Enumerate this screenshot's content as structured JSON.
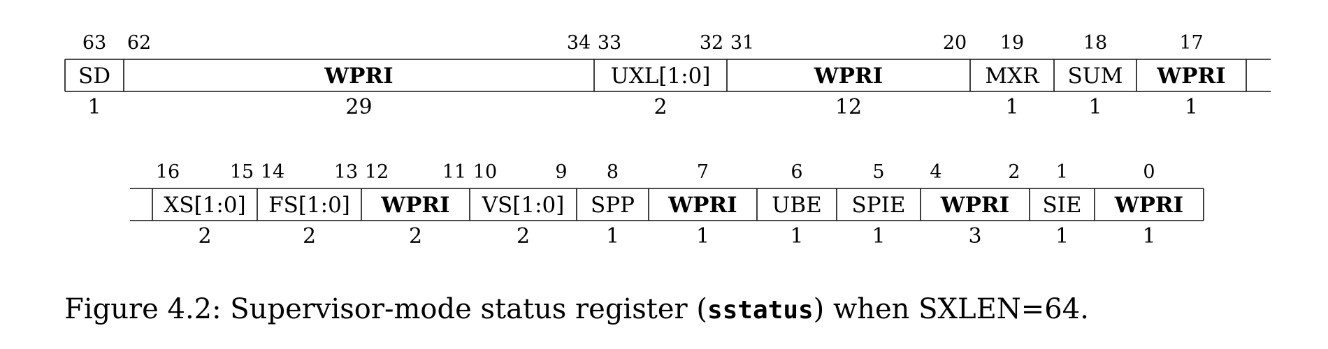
{
  "rows": [
    {
      "fields": [
        {
          "name": "SD",
          "bold": false,
          "width": "1",
          "bit_hi": "63",
          "bit_lo": ""
        },
        {
          "name": "WPRI",
          "bold": true,
          "width": "29",
          "bit_hi": "62",
          "bit_lo": "34"
        },
        {
          "name": "UXL[1:0]",
          "bold": false,
          "width": "2",
          "bit_hi": "33",
          "bit_lo": "32"
        },
        {
          "name": "WPRI",
          "bold": true,
          "width": "12",
          "bit_hi": "31",
          "bit_lo": "20"
        },
        {
          "name": "MXR",
          "bold": false,
          "width": "1",
          "bit_hi": "19",
          "bit_lo": ""
        },
        {
          "name": "SUM",
          "bold": false,
          "width": "1",
          "bit_hi": "18",
          "bit_lo": ""
        },
        {
          "name": "WPRI",
          "bold": true,
          "width": "1",
          "bit_hi": "17",
          "bit_lo": ""
        }
      ]
    },
    {
      "fields": [
        {
          "name": "XS[1:0]",
          "bold": false,
          "width": "2",
          "bit_hi": "16",
          "bit_lo": "15"
        },
        {
          "name": "FS[1:0]",
          "bold": false,
          "width": "2",
          "bit_hi": "14",
          "bit_lo": "13"
        },
        {
          "name": "WPRI",
          "bold": true,
          "width": "2",
          "bit_hi": "12",
          "bit_lo": "11"
        },
        {
          "name": "VS[1:0]",
          "bold": false,
          "width": "2",
          "bit_hi": "10",
          "bit_lo": "9"
        },
        {
          "name": "SPP",
          "bold": false,
          "width": "1",
          "bit_hi": "8",
          "bit_lo": ""
        },
        {
          "name": "WPRI",
          "bold": true,
          "width": "1",
          "bit_hi": "7",
          "bit_lo": ""
        },
        {
          "name": "UBE",
          "bold": false,
          "width": "1",
          "bit_hi": "6",
          "bit_lo": ""
        },
        {
          "name": "SPIE",
          "bold": false,
          "width": "1",
          "bit_hi": "5",
          "bit_lo": ""
        },
        {
          "name": "WPRI",
          "bold": true,
          "width": "3",
          "bit_hi": "4",
          "bit_lo": "2"
        },
        {
          "name": "SIE",
          "bold": false,
          "width": "1",
          "bit_hi": "1",
          "bit_lo": ""
        },
        {
          "name": "WPRI",
          "bold": true,
          "width": "1",
          "bit_hi": "0",
          "bit_lo": ""
        }
      ]
    }
  ],
  "caption": {
    "prefix": "Figure 4.2: Supervisor-mode status register (",
    "code": "sstatus",
    "suffix": ") when SXLEN=64."
  }
}
